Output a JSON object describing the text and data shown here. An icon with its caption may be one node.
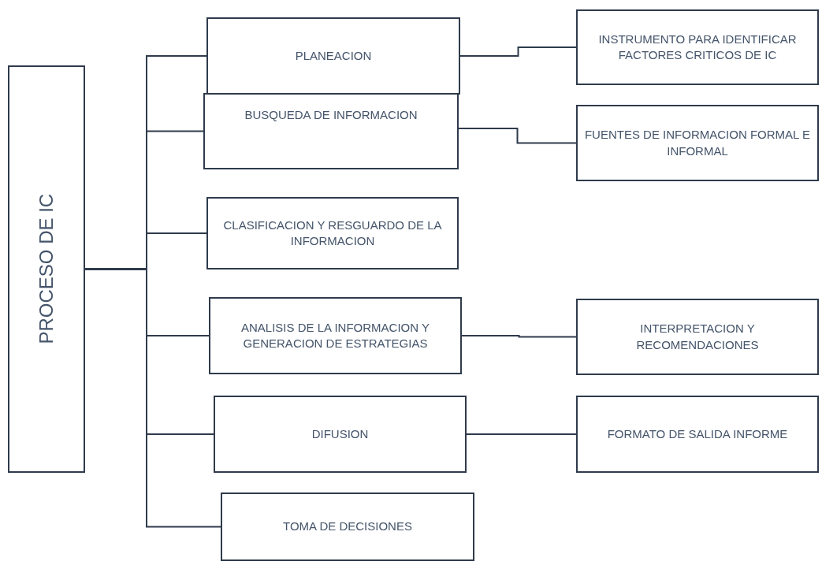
{
  "diagram": {
    "nodes": [
      {
        "text": [
          "PROCESO DE IC"
        ]
      },
      {
        "text": [
          "PLANEACION"
        ]
      },
      {
        "text": [
          "BUSQUEDA DE INFORMACION"
        ]
      },
      {
        "text": [
          "CLASIFICACION Y RESGUARDO DE LA INFORMACION"
        ]
      },
      {
        "text": [
          "ANALISIS DE LA INFORMACION Y GENERACION DE ESTRATEGIAS"
        ]
      },
      {
        "text": [
          "DIFUSION"
        ]
      },
      {
        "text": [
          "TOMA DE DECISIONES"
        ]
      },
      {
        "text": [
          "INSTRUMENTO PARA IDENTIFICAR FACTORES CRITICOS DE IC"
        ]
      },
      {
        "text": [
          "FUENTES DE INFORMACION FORMAL E INFORMAL"
        ]
      },
      {
        "text": [
          "INTERPRETACION Y RECOMENDACIONES"
        ]
      },
      {
        "text": [
          "FORMATO DE SALIDA INFORME"
        ]
      }
    ],
    "edges": [
      {
        "from": 0,
        "to": 1,
        "arrow": "none"
      },
      {
        "from": 0,
        "to": 2,
        "arrow": "none"
      },
      {
        "from": 0,
        "to": 3,
        "arrow": "none"
      },
      {
        "from": 0,
        "to": 4,
        "arrow": "none"
      },
      {
        "from": 0,
        "to": 5,
        "arrow": "none"
      },
      {
        "from": 0,
        "to": 6,
        "arrow": "none"
      },
      {
        "from": 1,
        "to": 7,
        "arrow": "none"
      },
      {
        "from": 2,
        "to": 8,
        "arrow": "none"
      },
      {
        "from": 4,
        "to": 9,
        "arrow": "none"
      },
      {
        "from": 5,
        "to": 10,
        "arrow": "none"
      }
    ]
  }
}
